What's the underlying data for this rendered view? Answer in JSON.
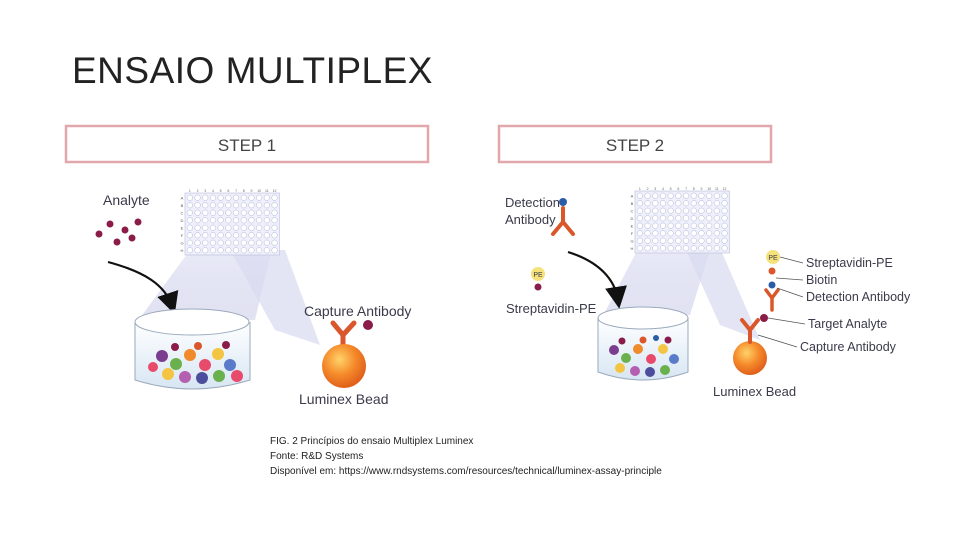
{
  "slide": {
    "title": "ENSAIO MULTIPLEX"
  },
  "step1": {
    "header": "STEP 1",
    "analyte_label": "Analyte",
    "capture_antibody_label": "Capture Antibody",
    "bead_label": "Luminex Bead"
  },
  "step2": {
    "header": "STEP 2",
    "detection_antibody_label_line1": "Detection",
    "detection_antibody_label_line2": "Antibody",
    "streptavidin_label": "Streptavidin-PE",
    "pe_tag": "PE",
    "bead_label": "Luminex Bead",
    "legend": [
      "Streptavidin-PE",
      "Biotin",
      "Detection Antibody",
      "Target Analyte",
      "Capture Antibody"
    ]
  },
  "plate": {
    "columns": [
      "1",
      "2",
      "3",
      "4",
      "5",
      "6",
      "7",
      "8",
      "9",
      "10",
      "11",
      "12"
    ],
    "rows": [
      "A",
      "B",
      "C",
      "D",
      "E",
      "F",
      "G",
      "H"
    ]
  },
  "caption": {
    "line1": "FIG. 2 Princípios do ensaio Multiplex Luminex",
    "line2": "Fonte: R&D Systems",
    "line3": "Disponível em: https://www.rndsystems.com/resources/technical/luminex-assay-principle"
  },
  "colors": {
    "bead_orange": "#f07a2a",
    "antibody_red": "#d9572b",
    "analyte_purple": "#8a1c4a",
    "biotin_blue": "#2a5da8",
    "pe_yellow": "#f5e27a"
  }
}
